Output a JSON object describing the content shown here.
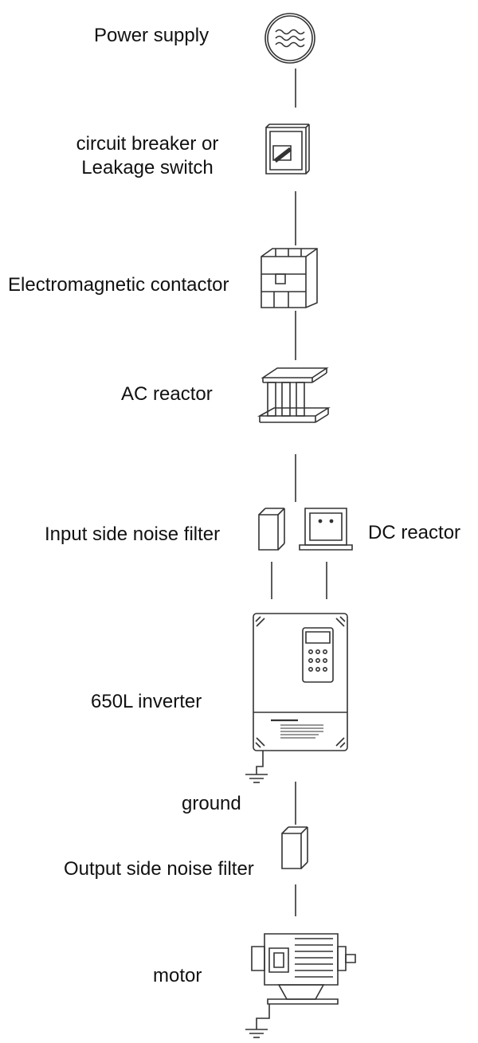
{
  "colors": {
    "line": "#333333",
    "text": "#111111",
    "fill": "#ffffff"
  },
  "labels": {
    "power_supply": "Power supply",
    "breaker_line1": "circuit breaker or",
    "breaker_line2": "Leakage switch",
    "contactor": "Electromagnetic contactor",
    "ac_reactor": "AC reactor",
    "input_filter": "Input side noise filter",
    "dc_reactor": "DC reactor",
    "inverter": "650L inverter",
    "ground": "ground",
    "output_filter": "Output side noise filter",
    "motor": "motor"
  },
  "icons": [
    "ac-source-icon",
    "circuit-breaker-icon",
    "contactor-icon",
    "ac-reactor-icon",
    "noise-filter-icon",
    "dc-reactor-icon",
    "inverter-icon",
    "ground-icon",
    "motor-icon"
  ]
}
